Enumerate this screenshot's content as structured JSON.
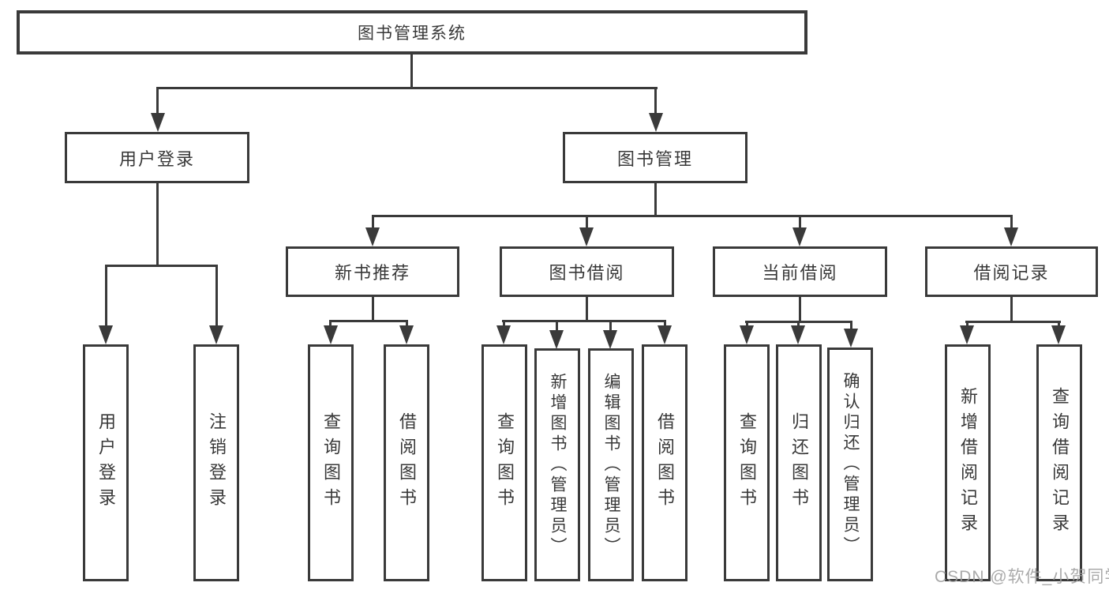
{
  "diagram_title": "图书管理系统",
  "tree": {
    "label": "图书管理系统",
    "children": [
      {
        "label": "用户登录",
        "children": [
          {
            "label": "用户登录"
          },
          {
            "label": "注销登录"
          }
        ]
      },
      {
        "label": "图书管理",
        "children": [
          {
            "label": "新书推荐",
            "children": [
              {
                "label": "查询图书"
              },
              {
                "label": "借阅图书"
              }
            ]
          },
          {
            "label": "图书借阅",
            "children": [
              {
                "label": "查询图书"
              },
              {
                "label": "新增图书（管理员）"
              },
              {
                "label": "编辑图书（管理员）"
              },
              {
                "label": "借阅图书"
              }
            ]
          },
          {
            "label": "当前借阅",
            "children": [
              {
                "label": "查询图书"
              },
              {
                "label": "归还图书"
              },
              {
                "label": "确认归还（管理员）"
              }
            ]
          },
          {
            "label": "借阅记录",
            "children": [
              {
                "label": "新增借阅记录"
              },
              {
                "label": "查询借阅记录"
              }
            ]
          }
        ]
      }
    ]
  },
  "watermark": {
    "text": "CSDN @软件_小贺同学"
  },
  "colors": {
    "line": "#3a3a3a",
    "text": "#383838",
    "background": "#ffffff",
    "watermark": "#9e9e9e"
  }
}
